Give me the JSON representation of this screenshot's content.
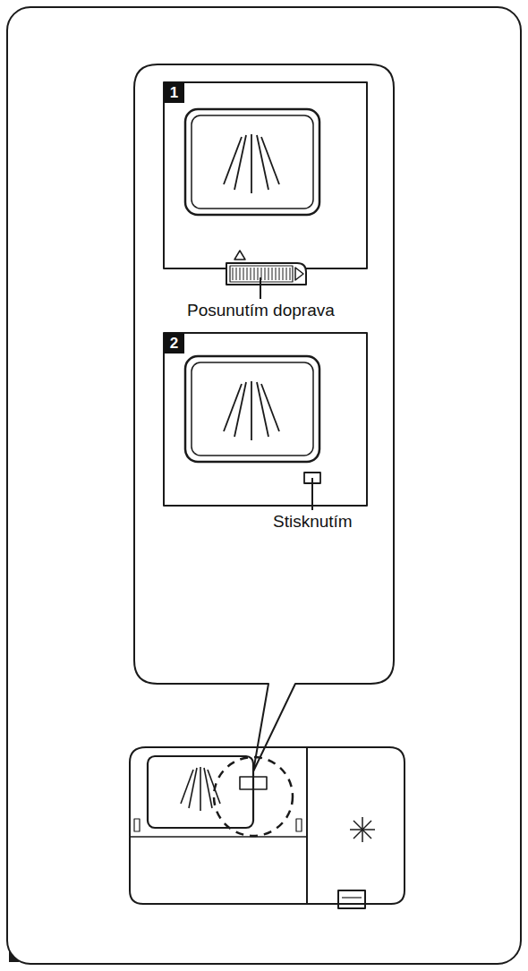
{
  "diagram": {
    "nodes": [
      {
        "text": [
          "1"
        ]
      },
      {
        "text": [
          "2"
        ]
      }
    ],
    "labels": [
      "Posunutím doprava",
      "Stisknutím"
    ]
  }
}
